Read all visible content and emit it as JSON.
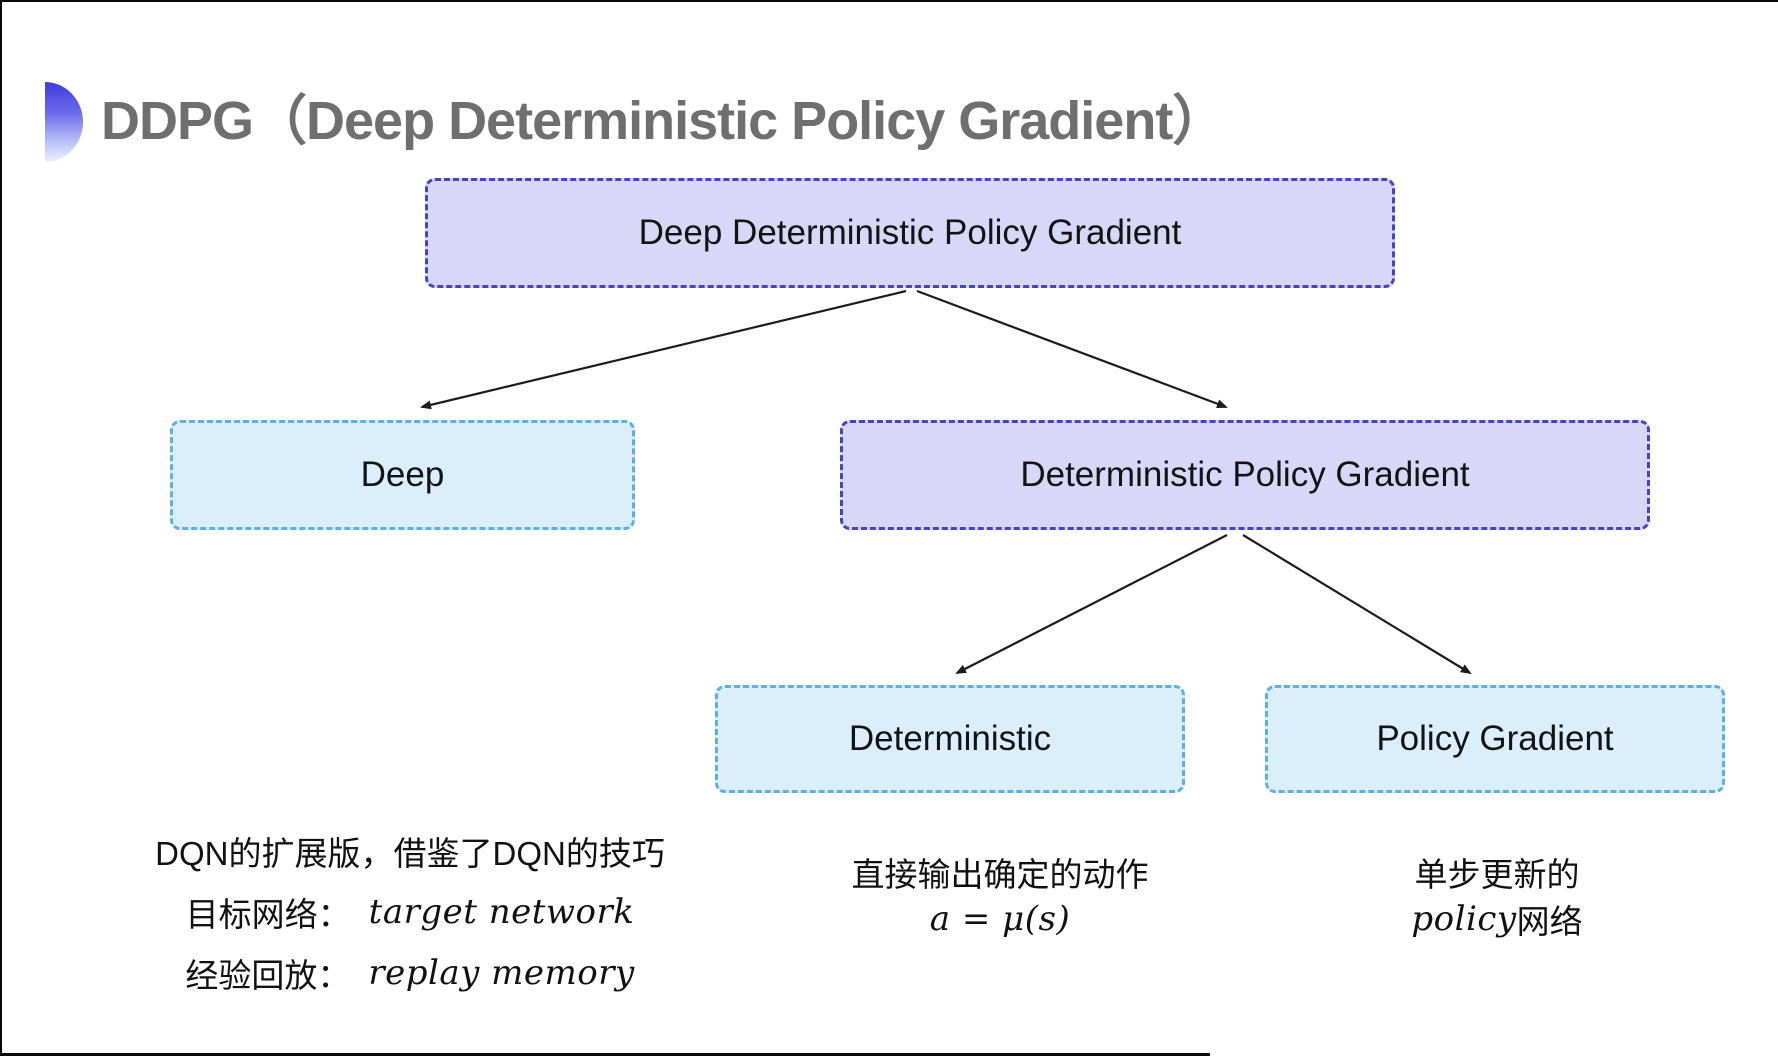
{
  "title": "DDPG（Deep Deterministic Policy Gradient）",
  "tree": {
    "root": "Deep Deterministic Policy Gradient",
    "children": [
      {
        "label": "Deep"
      },
      {
        "label": "Deterministic Policy Gradient",
        "children": [
          {
            "label": "Deterministic"
          },
          {
            "label": "Policy Gradient"
          }
        ]
      }
    ]
  },
  "notes": {
    "deep": {
      "line1": "DQN的扩展版，借鉴了DQN的技巧",
      "line2_label": "目标网络：",
      "line2_term": "target network",
      "line3_label": "经验回放：",
      "line3_term": "replay memory"
    },
    "deterministic": {
      "line1": "直接输出确定的动作",
      "formula": "a = μ(s)"
    },
    "policy_gradient": {
      "line1": "单步更新的",
      "term": "policy",
      "suffix": " 网络"
    }
  },
  "colors": {
    "purple-fill": "#d9d7f8",
    "purple-border": "#4444c8",
    "cyan-fill": "#daeffb",
    "cyan-border": "#5cb1e0",
    "title-gray": "#6f6f6f",
    "arrow-black": "#1c1c1c",
    "bullet-blue": "#3c3cdb"
  }
}
